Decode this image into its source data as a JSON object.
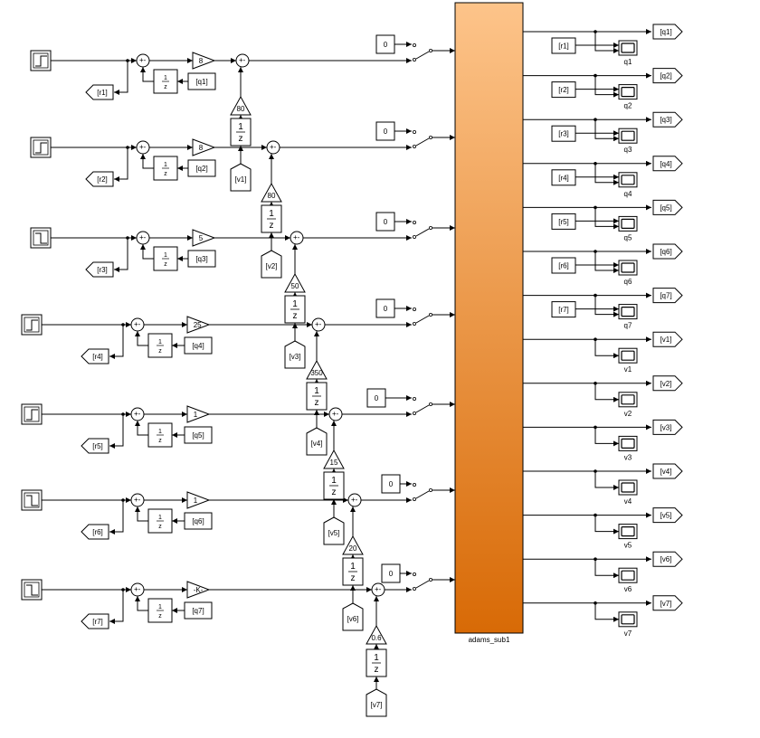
{
  "diagram": {
    "rows": [
      {
        "gain": "8",
        "tag": "[r1]",
        "feedback": "[q1]",
        "step": "up"
      },
      {
        "gain": "8",
        "tag": "[r2]",
        "feedback": "[q2]",
        "step": "up"
      },
      {
        "gain": "5",
        "tag": "[r3]",
        "feedback": "[q3]",
        "step": "down"
      },
      {
        "gain": "25",
        "tag": "[r4]",
        "feedback": "[q4]",
        "step": "up"
      },
      {
        "gain": "1",
        "tag": "[r5]",
        "feedback": "[q5]",
        "step": "up"
      },
      {
        "gain": "1",
        "tag": "[r6]",
        "feedback": "[q6]",
        "step": "down"
      },
      {
        "gain": "-K-",
        "tag": "[r7]",
        "feedback": "[q7]",
        "step": "down"
      }
    ],
    "velocity_chain": [
      {
        "gain": "80",
        "tag": "[v1]"
      },
      {
        "gain": "80",
        "tag": "[v2]"
      },
      {
        "gain": "50",
        "tag": "[v3]"
      },
      {
        "gain": "350",
        "tag": "[v4]"
      },
      {
        "gain": "15",
        "tag": "[v5]"
      },
      {
        "gain": "20",
        "tag": "[v6]"
      },
      {
        "gain": "0.6",
        "tag": "[v7]"
      }
    ],
    "constant": "0",
    "sum_signs": "+-",
    "delay_num": "1",
    "delay_den": "z",
    "subsystem_name": "adams_sub1",
    "outputs": [
      {
        "goto": "[q1]",
        "from": "[r1]",
        "scope": "q1"
      },
      {
        "goto": "[q2]",
        "from": "[r2]",
        "scope": "q2"
      },
      {
        "goto": "[q3]",
        "from": "[r3]",
        "scope": "q3"
      },
      {
        "goto": "[q4]",
        "from": "[r4]",
        "scope": "q4"
      },
      {
        "goto": "[q5]",
        "from": "[r5]",
        "scope": "q5"
      },
      {
        "goto": "[q6]",
        "from": "[r6]",
        "scope": "q6"
      },
      {
        "goto": "[q7]",
        "from": "[r7]",
        "scope": "q7"
      },
      {
        "goto": "[v1]",
        "scope": "v1"
      },
      {
        "goto": "[v2]",
        "scope": "v2"
      },
      {
        "goto": "[v3]",
        "scope": "v3"
      },
      {
        "goto": "[v4]",
        "scope": "v4"
      },
      {
        "goto": "[v5]",
        "scope": "v5"
      },
      {
        "goto": "[v6]",
        "scope": "v6"
      },
      {
        "goto": "[v7]",
        "scope": "v7"
      }
    ],
    "colors": {
      "subsystem_top": "#fdc48a",
      "subsystem_bottom": "#d86a06",
      "line": "#000000",
      "block_fill": "#ffffff"
    }
  }
}
